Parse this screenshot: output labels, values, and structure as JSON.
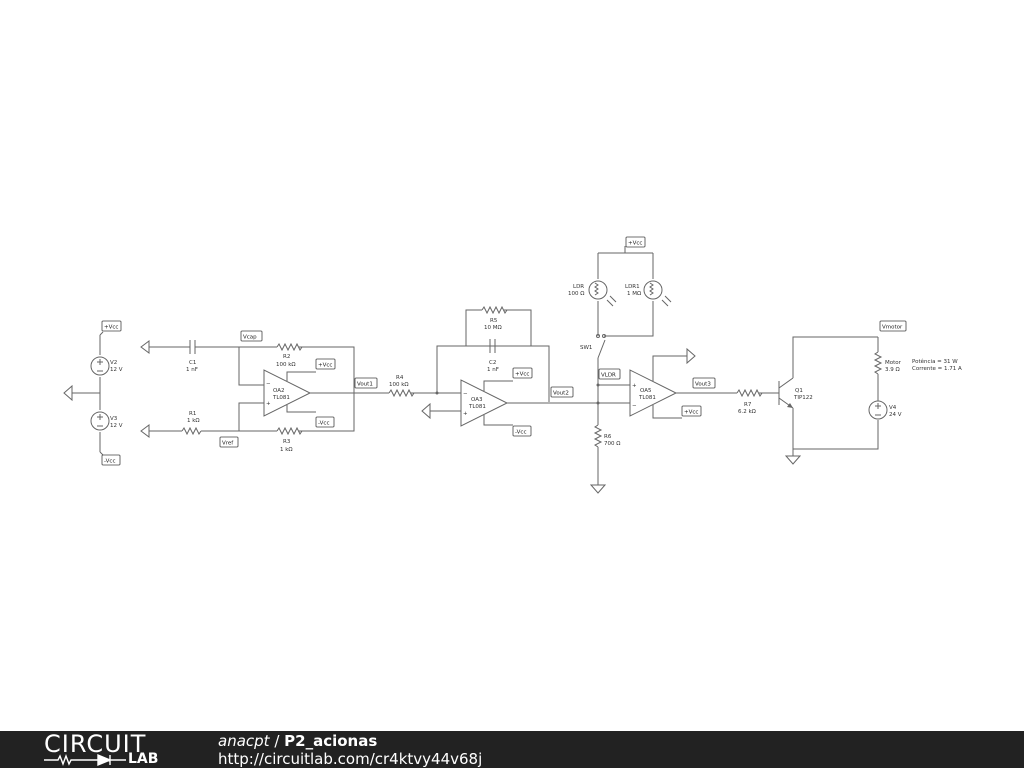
{
  "schematic": {
    "sources": [
      {
        "ref": "V2",
        "value": "12 V"
      },
      {
        "ref": "V3",
        "value": "12 V"
      },
      {
        "ref": "V4",
        "value": "24 V"
      }
    ],
    "resistors": [
      {
        "ref": "R1",
        "value": "1 kΩ"
      },
      {
        "ref": "R2",
        "value": "100 kΩ"
      },
      {
        "ref": "R3",
        "value": "1 kΩ"
      },
      {
        "ref": "R4",
        "value": "100 kΩ"
      },
      {
        "ref": "R5",
        "value": "10 MΩ"
      },
      {
        "ref": "R6",
        "value": "700 Ω"
      },
      {
        "ref": "R7",
        "value": "6.2 kΩ"
      },
      {
        "ref": "Motor",
        "value": "3.9 Ω"
      }
    ],
    "capacitors": [
      {
        "ref": "C1",
        "value": "1 nF"
      },
      {
        "ref": "C2",
        "value": "1 nF"
      }
    ],
    "opamps": [
      {
        "ref": "OA2",
        "part": "TL081"
      },
      {
        "ref": "OA3",
        "part": "TL081"
      },
      {
        "ref": "OA5",
        "part": "TL081"
      }
    ],
    "ldrs": [
      {
        "ref": "LDR",
        "value": "100 Ω"
      },
      {
        "ref": "LDR1",
        "value": "1 MΩ"
      }
    ],
    "switch": {
      "ref": "SW1"
    },
    "transistor": {
      "ref": "Q1",
      "part": "TIP122"
    },
    "nets": {
      "vcc": "+Vcc",
      "neg_vcc": "-Vcc",
      "vcap": "Vcap",
      "vref": "Vref",
      "vout1": "Vout1",
      "vout2": "Vout2",
      "vout3": "Vout3",
      "vldr": "VLDR",
      "vmotor": "Vmotor"
    },
    "annotations": {
      "power": "Potência = 31 W",
      "current": "Corrente = 1.71 A"
    }
  },
  "footer": {
    "logo_top": "CIRCUIT",
    "logo_bottom": "LAB",
    "owner": "anacpt",
    "separator": " / ",
    "circuit_name": "P2_acionas",
    "url": "http://circuitlab.com/cr4ktvy44v68j"
  }
}
